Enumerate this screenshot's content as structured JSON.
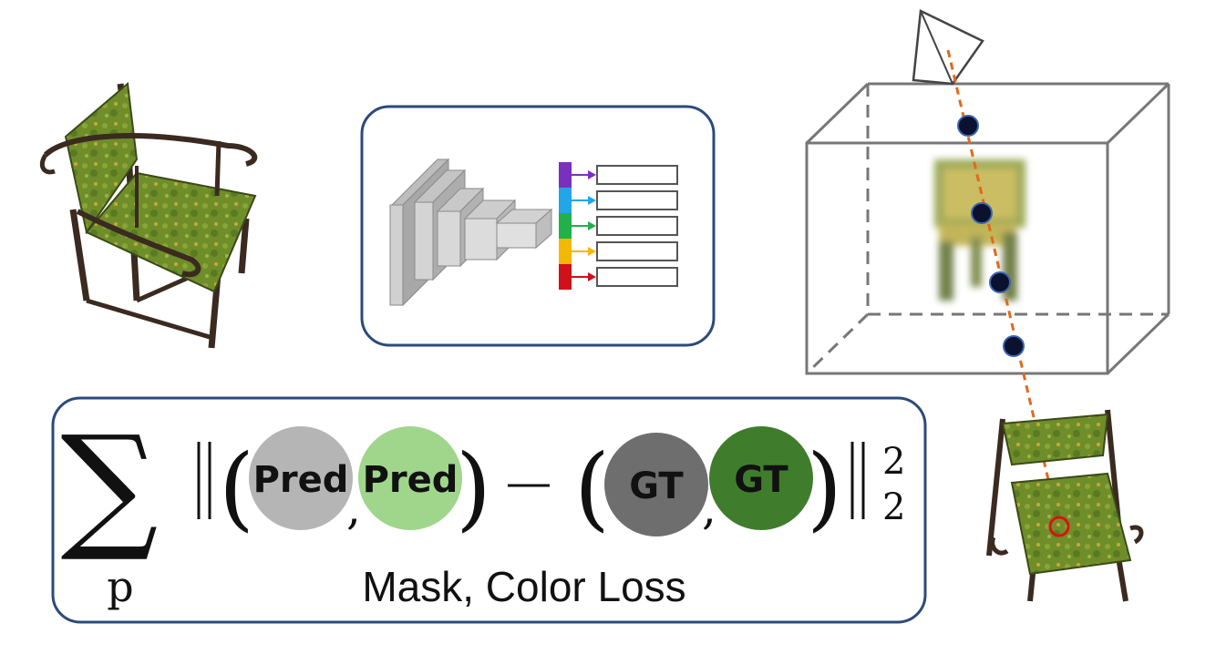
{
  "loss_panel": {
    "sum_index": "p",
    "pred_mask_label": "Pred",
    "pred_color_label": "Pred",
    "gt_mask_label": "GT",
    "gt_color_label": "GT",
    "superscript": "2",
    "subscript": "2",
    "caption": "Mask, Color Loss",
    "colors": {
      "pred_mask": "#b5b5b5",
      "pred_color": "#9fd68c",
      "gt_mask": "#6e6e6e",
      "gt_color": "#3f7d2c",
      "panel_border": "#2c4a7c"
    }
  },
  "network_panel": {
    "output_head_colors": [
      "#7b2fbe",
      "#21a6e8",
      "#22b04b",
      "#f5b800",
      "#d0101a"
    ]
  },
  "ray_scene": {
    "ray_color": "#e06a1e",
    "sample_color": "#0a1230",
    "pixel_marker_color": "#e01010"
  }
}
